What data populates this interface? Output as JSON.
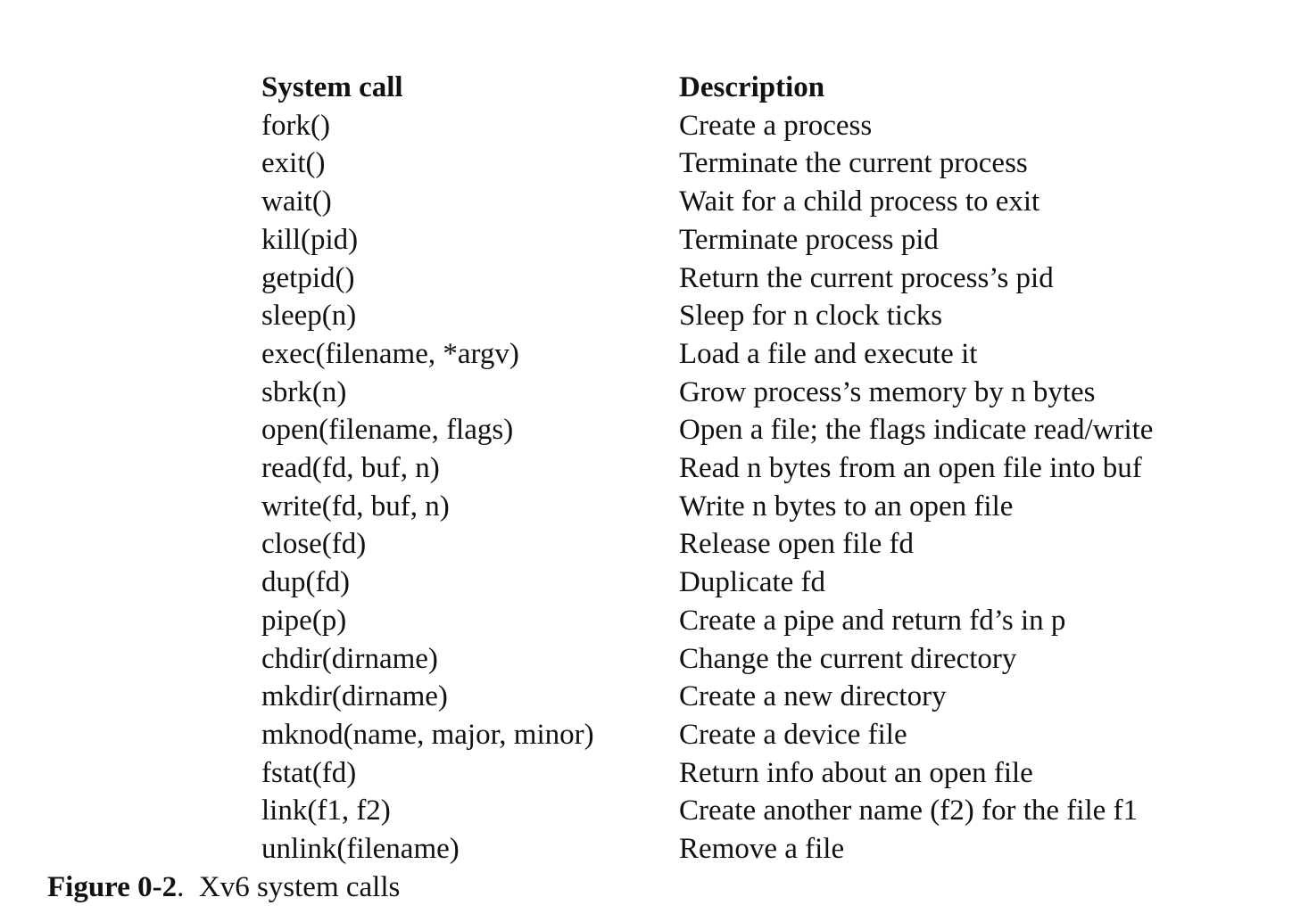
{
  "table": {
    "headers": {
      "call": "System call",
      "description": "Description"
    },
    "rows": [
      {
        "call": "fork()",
        "description": "Create a process"
      },
      {
        "call": "exit()",
        "description": "Terminate the current process"
      },
      {
        "call": "wait()",
        "description": "Wait for a child process to exit"
      },
      {
        "call": "kill(pid)",
        "description": "Terminate process pid"
      },
      {
        "call": "getpid()",
        "description": "Return the current process’s pid"
      },
      {
        "call": "sleep(n)",
        "description": "Sleep for n clock ticks"
      },
      {
        "call": "exec(filename, *argv)",
        "description": "Load a file and execute it"
      },
      {
        "call": "sbrk(n)",
        "description": "Grow process’s memory by n bytes"
      },
      {
        "call": "open(filename, flags)",
        "description": "Open a file; the flags indicate read/write"
      },
      {
        "call": "read(fd, buf, n)",
        "description": "Read n bytes from an open file into buf"
      },
      {
        "call": "write(fd, buf, n)",
        "description": "Write n bytes to an open file"
      },
      {
        "call": "close(fd)",
        "description": "Release open file fd"
      },
      {
        "call": "dup(fd)",
        "description": "Duplicate fd"
      },
      {
        "call": "pipe(p)",
        "description": "Create a pipe and return fd’s in p"
      },
      {
        "call": "chdir(dirname)",
        "description": "Change the current directory"
      },
      {
        "call": "mkdir(dirname)",
        "description": "Create a new directory"
      },
      {
        "call": "mknod(name, major, minor)",
        "description": "Create a device file"
      },
      {
        "call": "fstat(fd)",
        "description": "Return info about an open file"
      },
      {
        "call": "link(f1, f2)",
        "description": "Create another name (f2) for the file f1"
      },
      {
        "call": "unlink(filename)",
        "description": "Remove a file"
      }
    ]
  },
  "caption": {
    "label": "Figure 0-2",
    "separator": ".",
    "text": "Xv6 system calls"
  }
}
